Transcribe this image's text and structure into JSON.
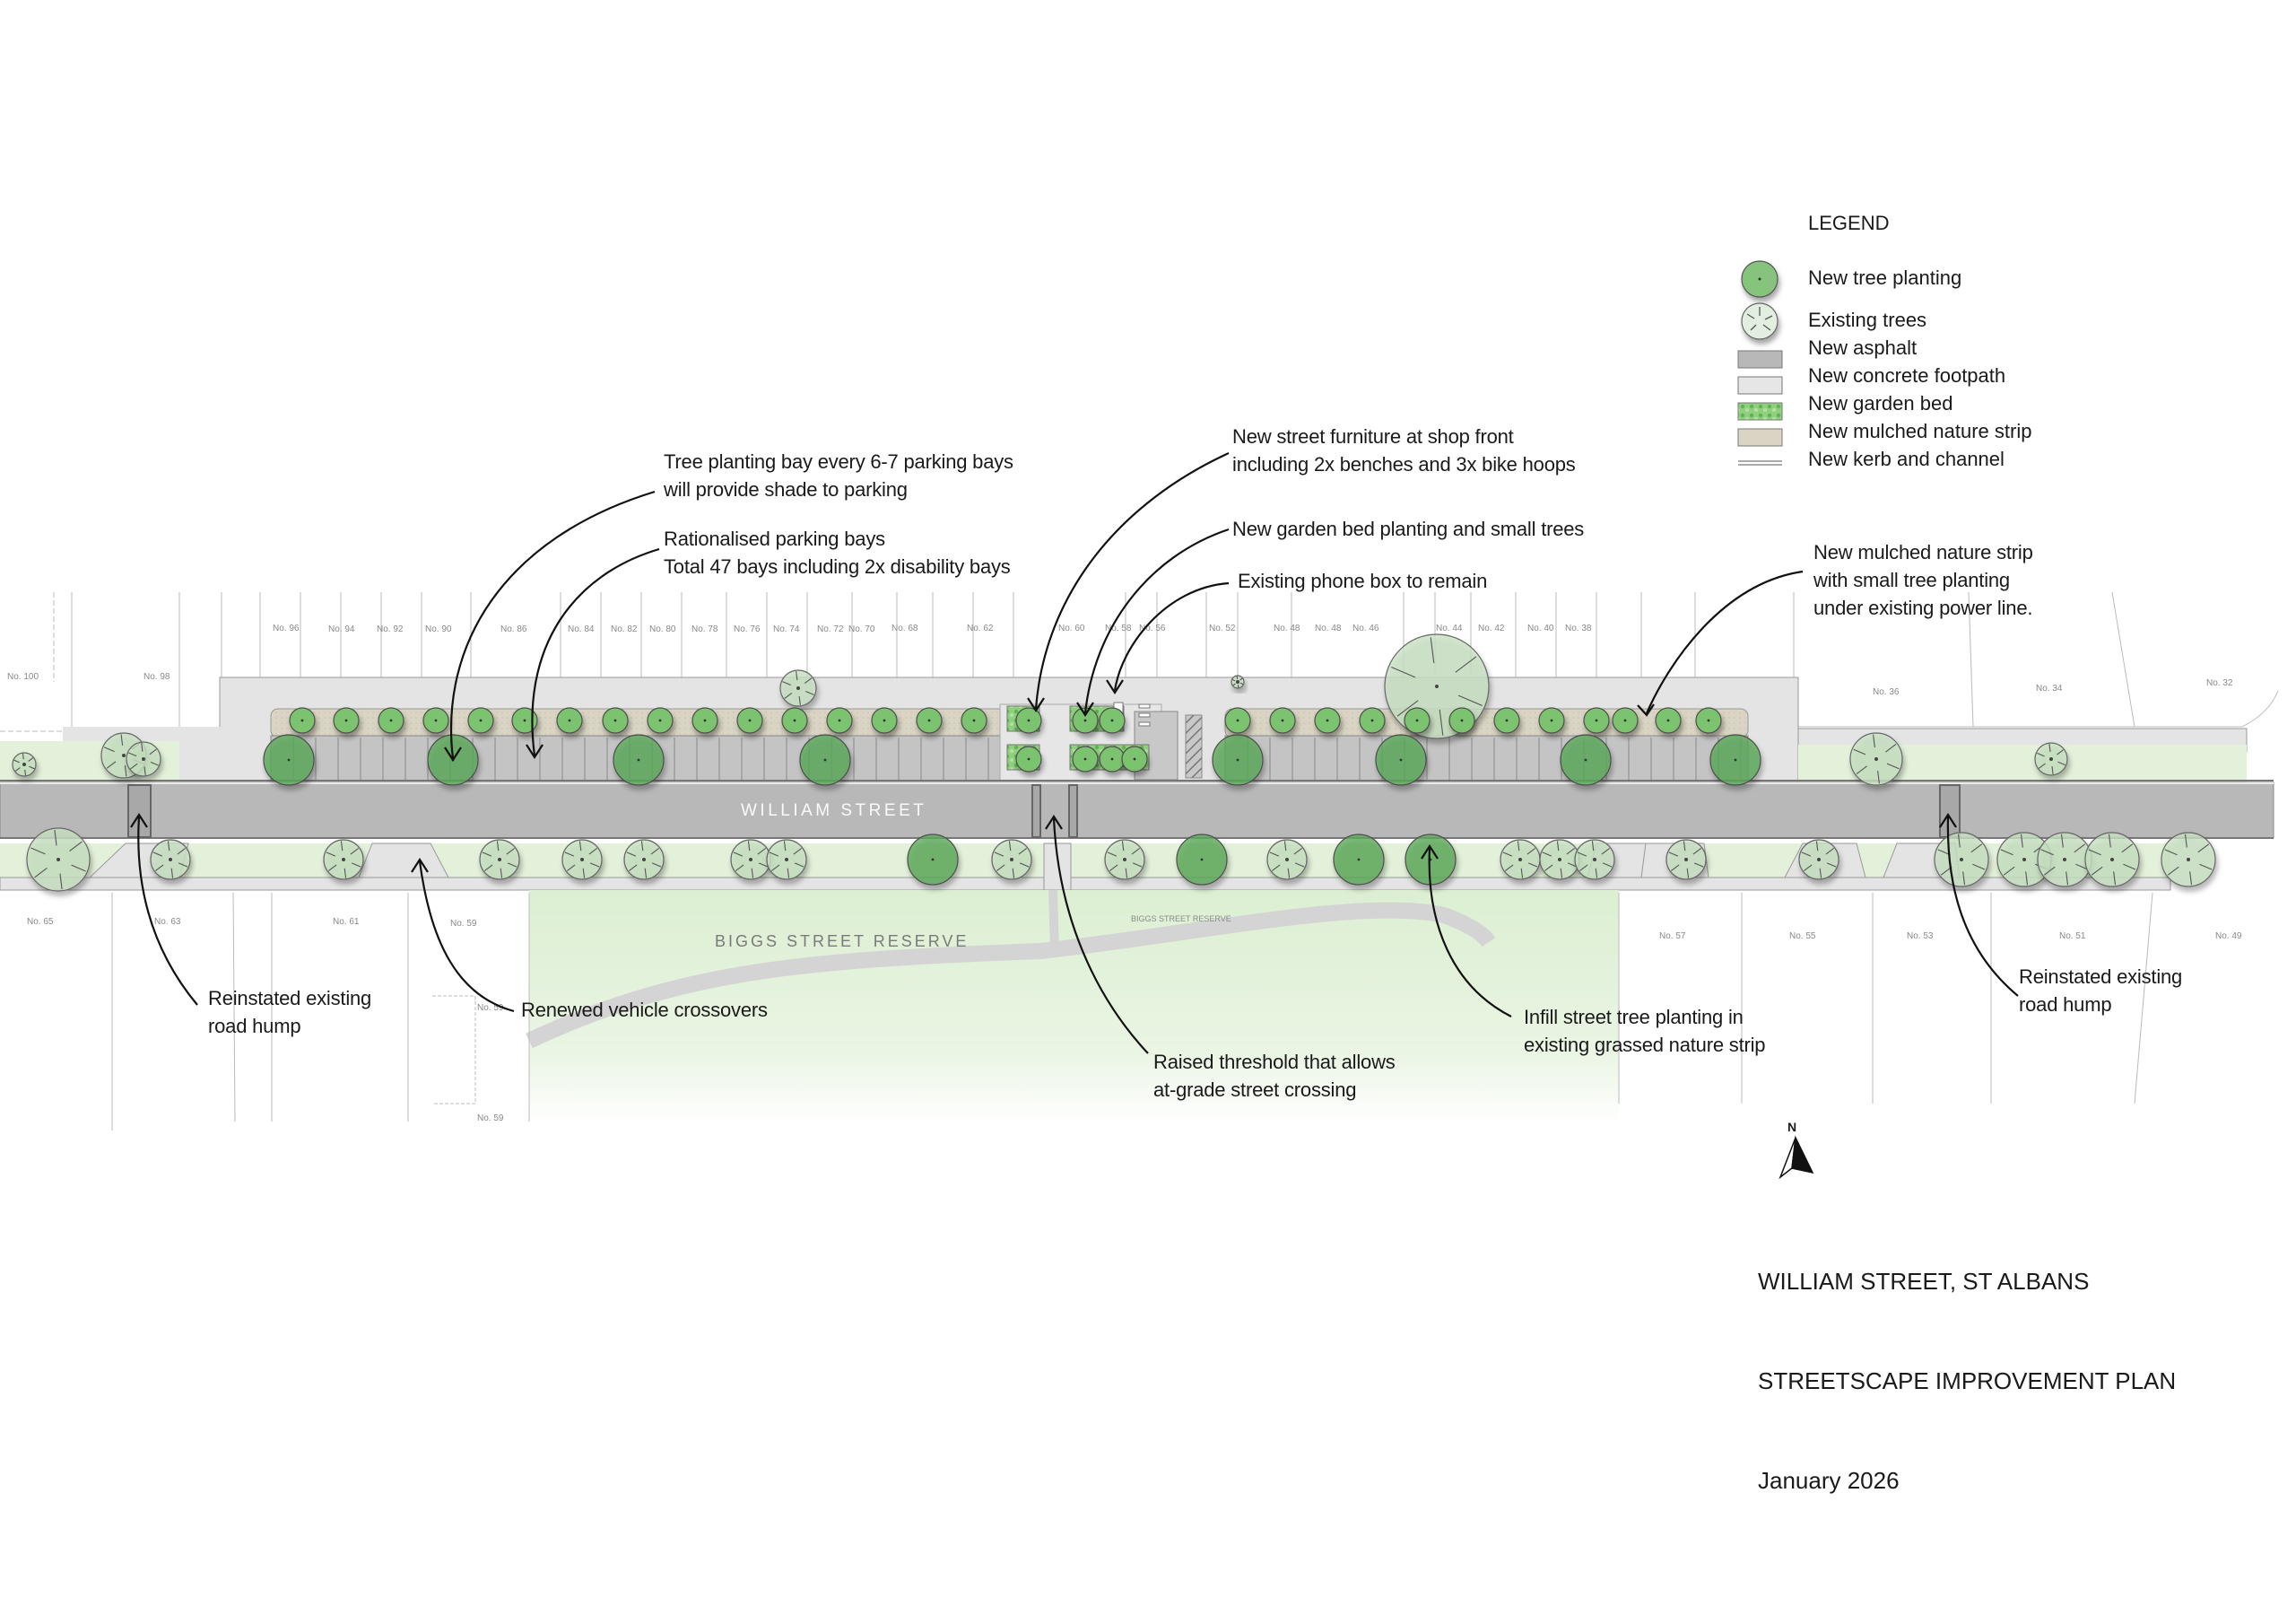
{
  "plan": {
    "street_name": "WILLIAM STREET",
    "reserve_name_large": "BIGGS STREET RESERVE",
    "reserve_name_small": "BIGGS STREET RESERVE",
    "lots_north": [
      "No. 100",
      "No. 98",
      "No. 96",
      "No. 94",
      "No. 92",
      "No. 90",
      "No. 86",
      "No. 84",
      "No. 82",
      "No. 80",
      "No. 78",
      "No. 76",
      "No. 74",
      "No. 72",
      "No. 70",
      "No. 68",
      "No. 62",
      "No. 60",
      "No. 58",
      "No. 56",
      "No. 52",
      "No. 48",
      "No. 48",
      "No. 46",
      "No. 44",
      "No. 42",
      "No. 40",
      "No. 38",
      "No. 36",
      "No. 34",
      "No. 32"
    ],
    "lots_south": [
      "No. 65",
      "No. 63",
      "No. 61",
      "No. 59",
      "No. 59",
      "No. 59",
      "No. 57",
      "No. 55",
      "No. 53",
      "No. 51",
      "No. 49"
    ],
    "colors": {
      "asphalt": "#b8b8b8",
      "concrete": "#e4e4e4",
      "grass": "#e3f1da",
      "mulch": "#d9d4c3",
      "new_tree": "#6fb86a",
      "existing_tree": "#d7e8d3",
      "annotation": "#111111"
    }
  },
  "annotations": {
    "tree_bay": "Tree planting bay every 6-7 parking bays\nwill provide shade to parking",
    "parking": "Rationalised parking bays\nTotal 47 bays including 2x disability bays",
    "furniture": "New street furniture at shop front\nincluding 2x benches and 3x bike hoops",
    "garden_bed": "New garden bed planting and small trees",
    "phone_box": "Existing phone box to remain",
    "mulched_strip": "New mulched nature strip\nwith small tree planting\nunder existing power line.",
    "road_hump_west": "Reinstated existing\nroad hump",
    "crossovers": "Renewed vehicle crossovers",
    "threshold": "Raised threshold that allows\nat-grade street crossing",
    "infill": "Infill street tree planting in\nexisting grassed nature strip",
    "road_hump_east": "Reinstated existing\nroad hump"
  },
  "legend": {
    "title": "LEGEND",
    "items": [
      {
        "label": "New tree planting",
        "icon": "new-tree-icon"
      },
      {
        "label": "Existing trees",
        "icon": "existing-tree-icon"
      },
      {
        "label": "New asphalt",
        "icon": "asphalt-swatch"
      },
      {
        "label": "New concrete footpath",
        "icon": "concrete-swatch"
      },
      {
        "label": "New garden bed",
        "icon": "garden-bed-swatch"
      },
      {
        "label": "New mulched nature strip",
        "icon": "mulch-swatch"
      },
      {
        "label": "New kerb and channel",
        "icon": "kerb-icon"
      }
    ]
  },
  "north_arrow": {
    "label": "N"
  },
  "title_block": {
    "line1": "WILLIAM STREET, ST ALBANS",
    "line2": "STREETSCAPE IMPROVEMENT PLAN",
    "line3": "January 2026"
  }
}
